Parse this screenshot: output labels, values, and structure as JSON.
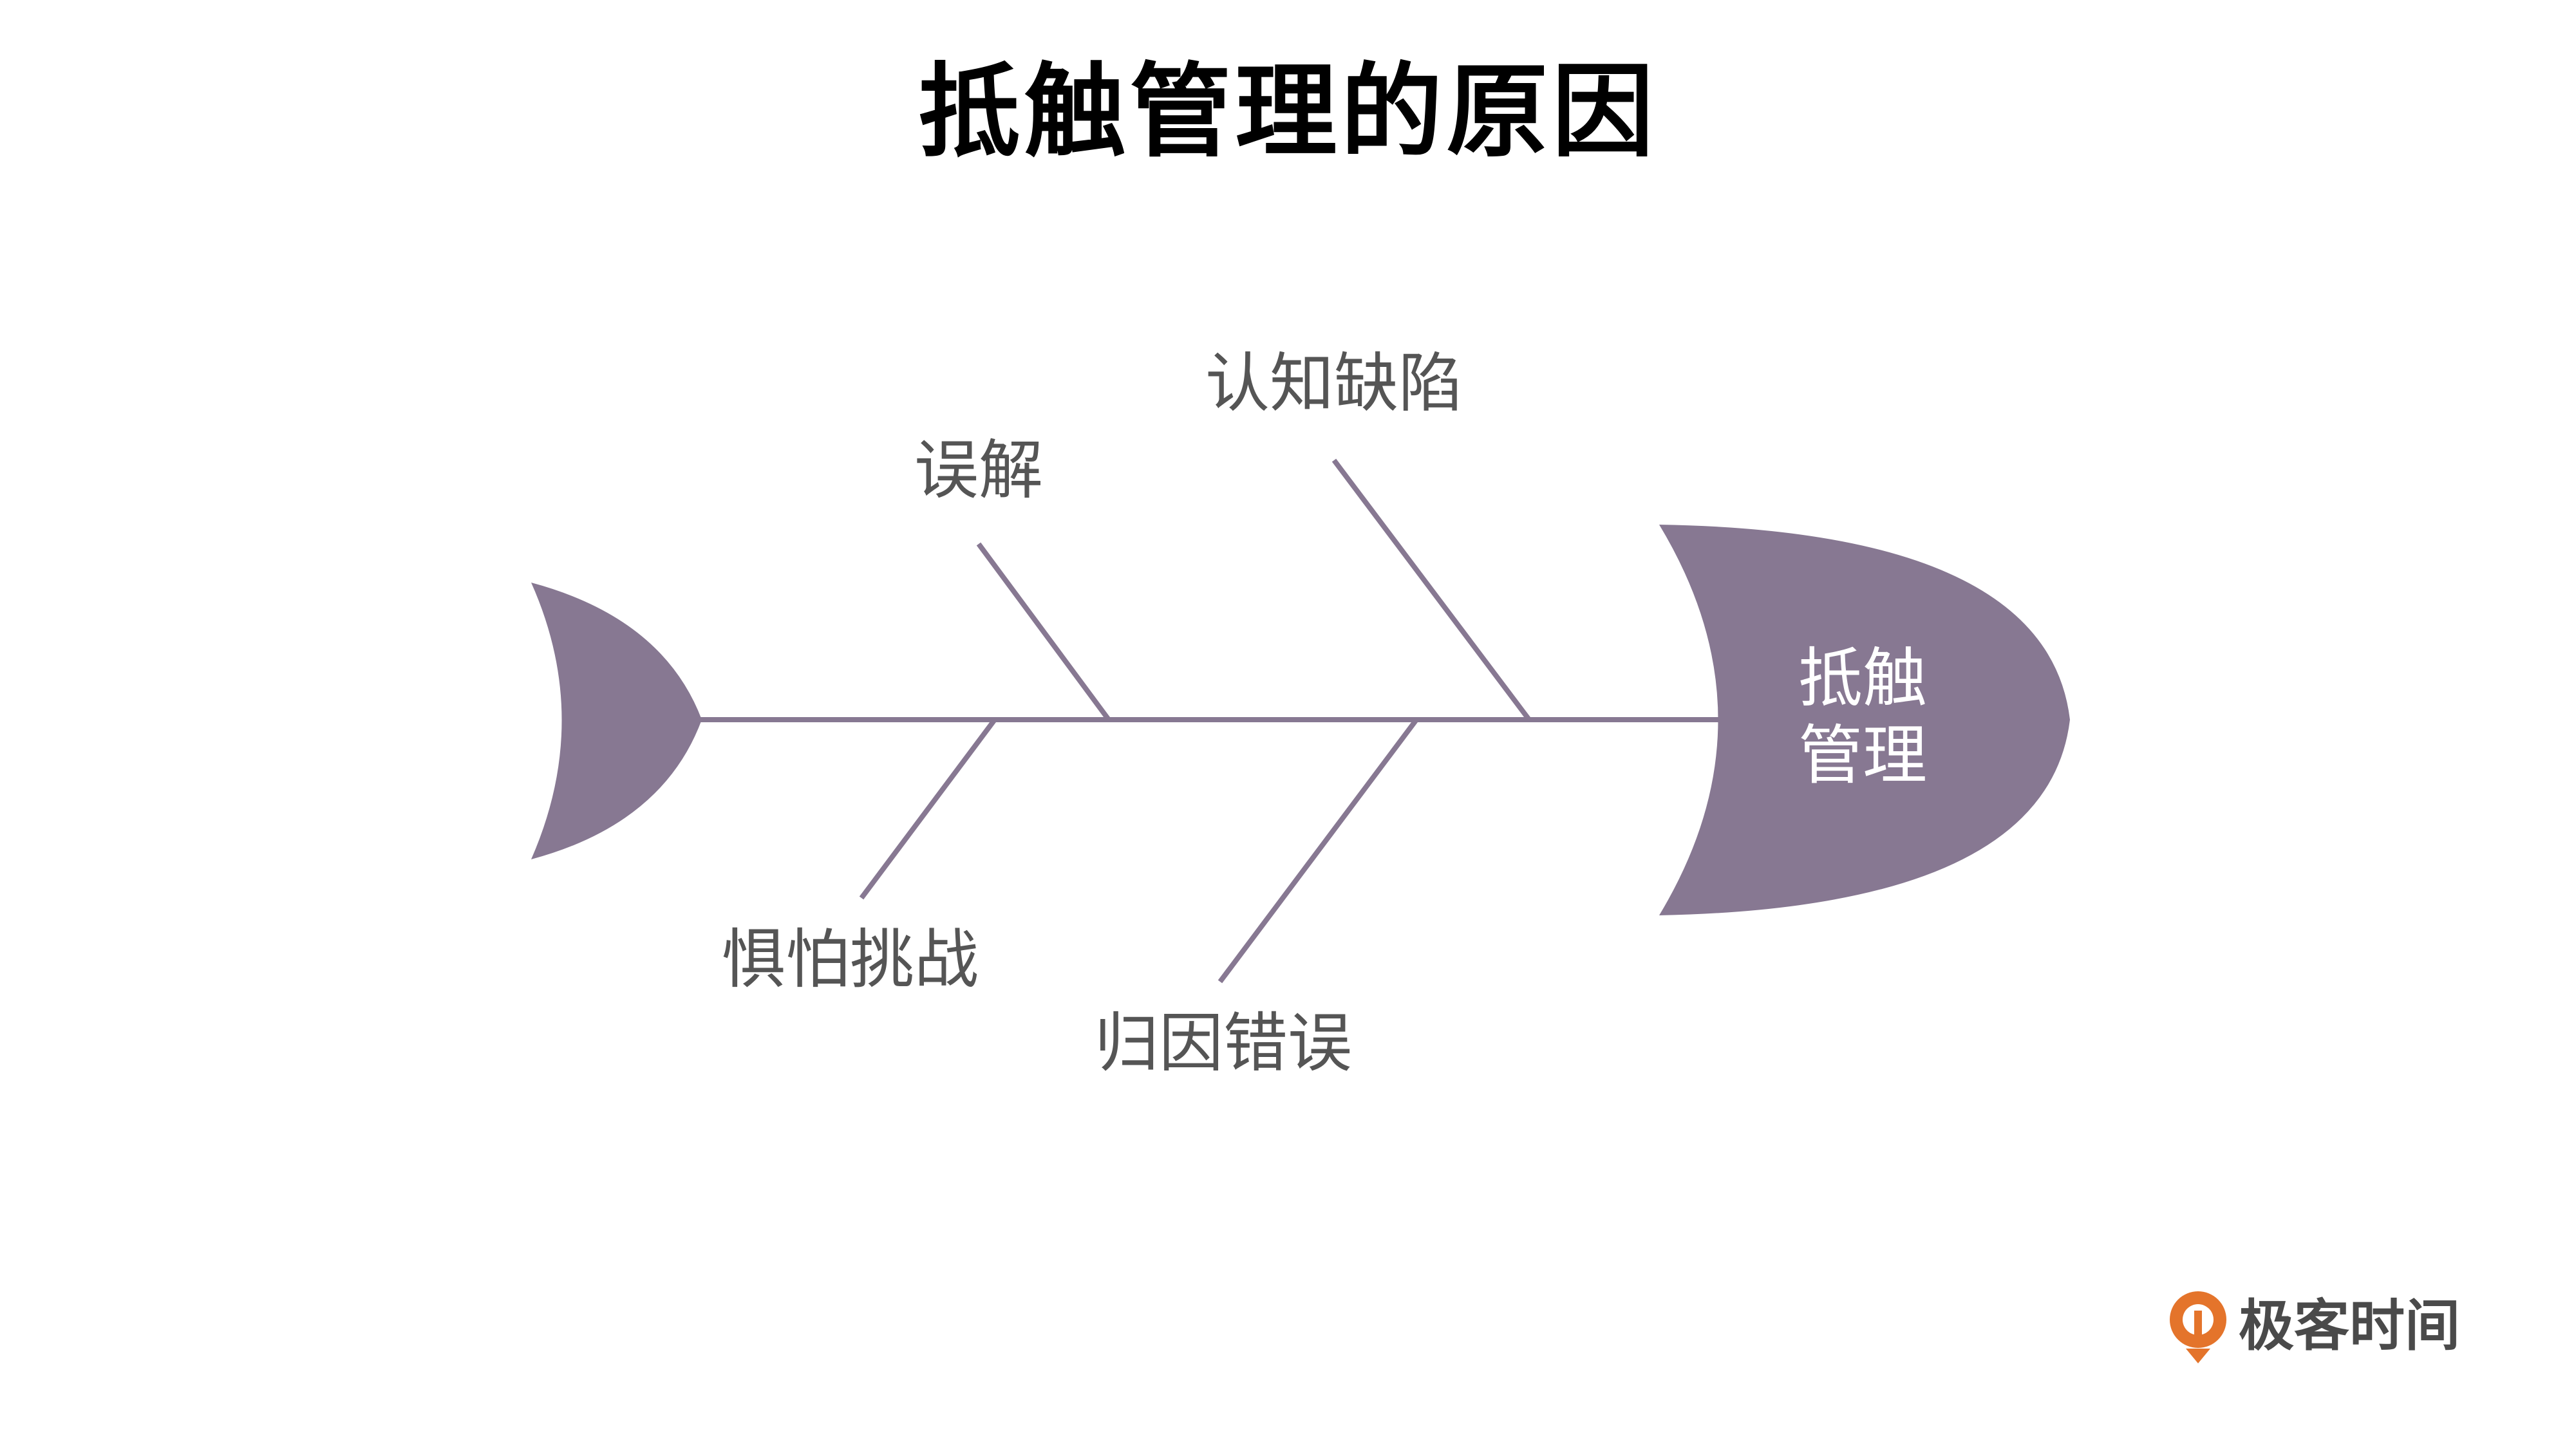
{
  "title": "抵触管理的原因",
  "head_label_lines": [
    "抵触",
    "管理"
  ],
  "bones": {
    "upper_left": "误解",
    "upper_right": "认知缺陷",
    "lower_left": "惧怕挑战",
    "lower_right": "归因错误"
  },
  "logo": {
    "text": "极客时间",
    "icon": "geektime-logo-icon"
  },
  "colors": {
    "fish": "#877892",
    "line": "#877892",
    "label": "#555555",
    "logo_orange": "#e4742b"
  }
}
